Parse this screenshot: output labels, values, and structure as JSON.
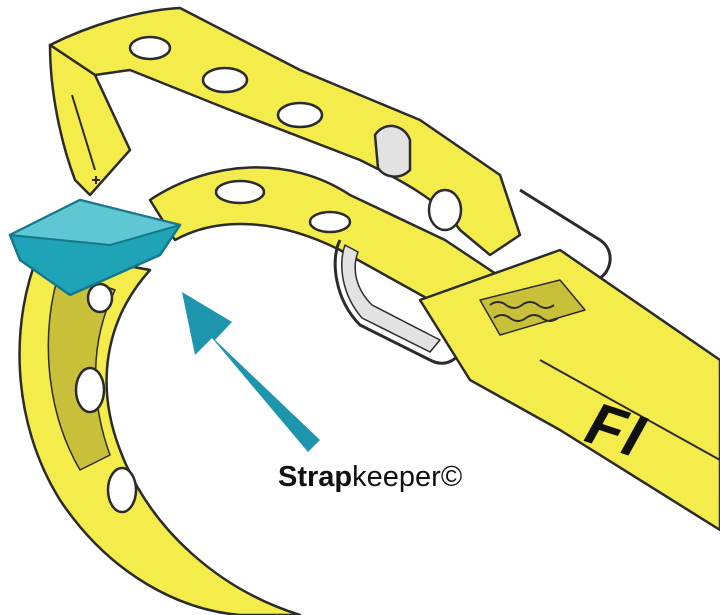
{
  "label": {
    "bold_part": "Strap",
    "regular_part": "keeper",
    "symbol": "©"
  },
  "strap_print": "FI",
  "colors": {
    "strap_yellow": "#f4ec4a",
    "strap_shadow": "#c9c03a",
    "outline": "#2b2b2b",
    "keeper_teal": "#1fa3b6",
    "keeper_dark": "#14788a",
    "arrow_teal": "#1d95ad",
    "buckle_grey": "#e2e2e2"
  },
  "icons": {
    "arrow": "arrow-up-left-icon",
    "keeper": "strap-keeper",
    "buckle": "metal-buckle"
  }
}
